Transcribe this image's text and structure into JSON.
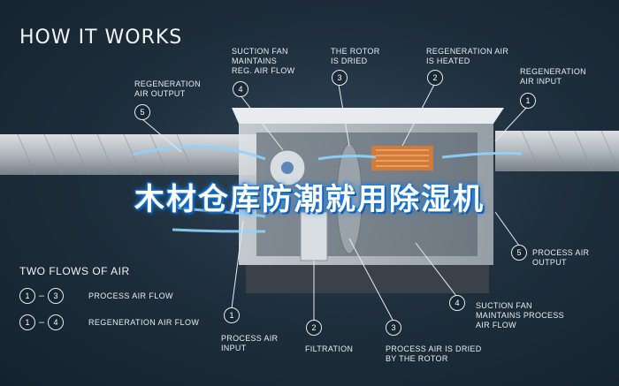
{
  "heading": "HOW IT WORKS",
  "overlay_title": "木材仓库防潮就用除湿机",
  "flows": {
    "title": "TWO FLOWS OF AIR",
    "rows": [
      {
        "from": "1",
        "to": "3",
        "label": "PROCESS AIR FLOW"
      },
      {
        "from": "1",
        "to": "4",
        "label": "REGENERATION AIR FLOW"
      }
    ],
    "dash": "–"
  },
  "top_callouts": [
    {
      "num": "5",
      "text": "REGENERATION\nAIR OUTPUT"
    },
    {
      "num": "4",
      "text": "SUCTION FAN\nMAINTAINS\nREG. AIR FLOW"
    },
    {
      "num": "3",
      "text": "THE ROTOR\nIS DRIED"
    },
    {
      "num": "2",
      "text": "REGENERATION AIR\nIS HEATED"
    },
    {
      "num": "1",
      "text": "REGENERATION\nAIR INPUT"
    }
  ],
  "bottom_callouts": [
    {
      "num": "1",
      "text": "PROCESS AIR\nINPUT"
    },
    {
      "num": "2",
      "text": "FILTRATION"
    },
    {
      "num": "3",
      "text": "PROCESS AIR IS DRIED\nBY THE ROTOR"
    },
    {
      "num": "4",
      "text": "SUCTION FAN\nMAINTAINS PROCESS\nAIR FLOW"
    },
    {
      "num": "5",
      "text": "PROCESS AIR\nOUTPUT"
    }
  ],
  "colors": {
    "background": "#1e2f3d",
    "duct": "#c9ced3",
    "cabinet": "#cfd4d8",
    "heater": "#e07a2e",
    "airflow": "#8fd3ff",
    "title_glow": "#1a7ad9"
  }
}
